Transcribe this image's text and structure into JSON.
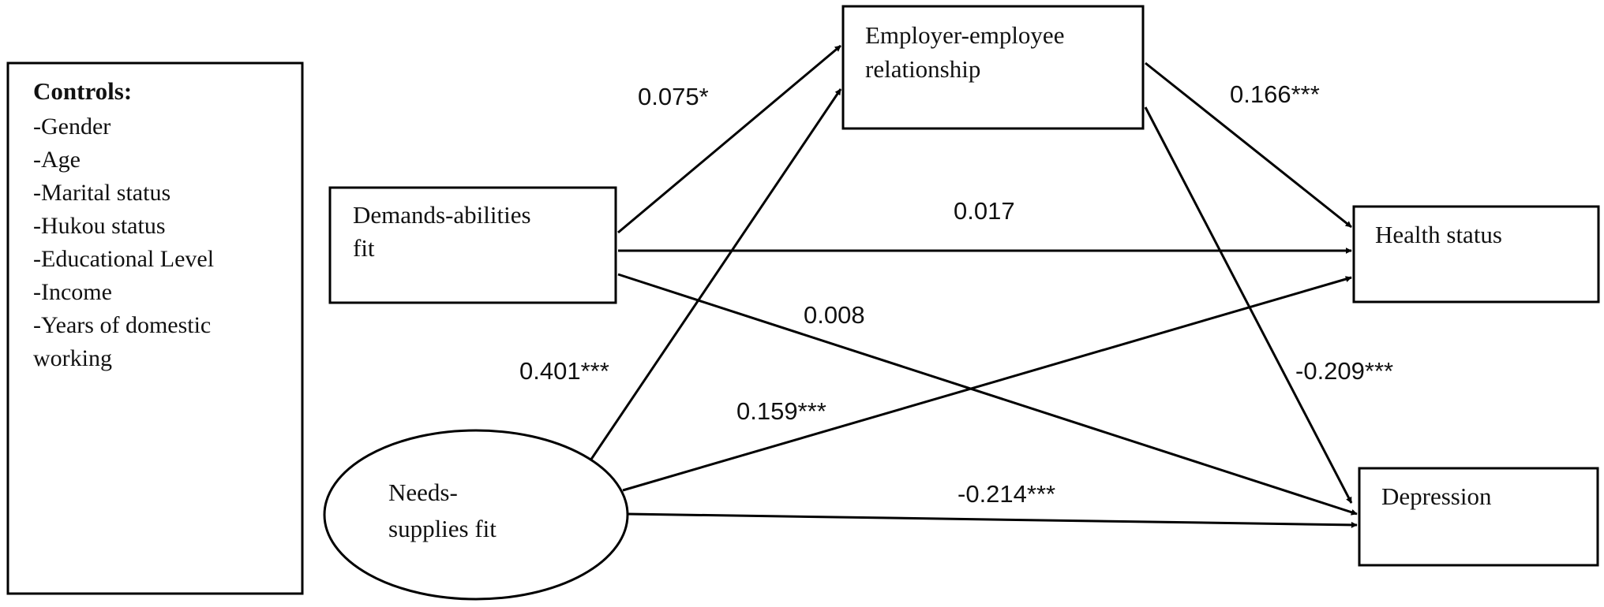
{
  "controls": {
    "heading": "Controls:",
    "items": [
      "-Gender",
      "-Age",
      "-Marital status",
      "-Hukou status",
      "-Educational  Level",
      "-Income",
      "-Years of domestic",
      "working"
    ]
  },
  "nodes": {
    "employer_relationship": {
      "line1": "Employer-employee",
      "line2": "relationship"
    },
    "demands_abilities": {
      "line1": "Demands-abilities",
      "line2": "fit"
    },
    "needs_supplies": {
      "line1": "Needs-",
      "line2": "supplies fit"
    },
    "health_status": {
      "label": "Health status"
    },
    "depression": {
      "label": "Depression"
    }
  },
  "paths": {
    "da_to_eer": "0.075*",
    "eer_to_health": "0.166***",
    "da_to_health": "0.017",
    "da_to_depression": "0.008",
    "ns_to_eer": "0.401***",
    "ns_to_health": "0.159***",
    "eer_to_depression": "-0.209***",
    "ns_to_depression": "-0.214***"
  }
}
